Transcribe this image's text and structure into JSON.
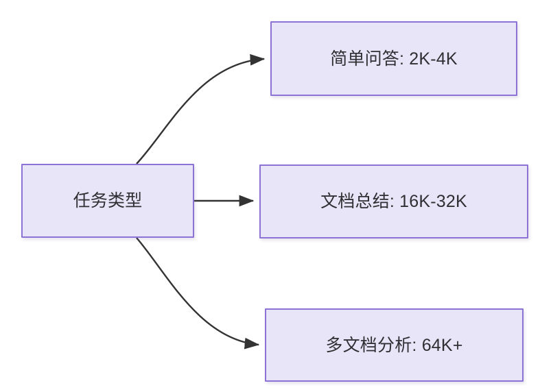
{
  "diagram": {
    "type": "flowchart",
    "direction": "left-to-right",
    "background_color": "#ffffff",
    "node_fill_color": "#e9e5f9",
    "node_border_color": "#8b72d4",
    "node_text_color": "#2f2f33",
    "edge_color": "#333333",
    "nodes": [
      {
        "id": "source",
        "label": "任务类型"
      },
      {
        "id": "simple-qa",
        "label": "简单问答: 2K-4K"
      },
      {
        "id": "doc-summary",
        "label": "文档总结: 16K-32K"
      },
      {
        "id": "multi-doc",
        "label": "多文档分析: 64K+"
      }
    ],
    "edges": [
      {
        "from": "source",
        "to": "simple-qa",
        "style": "curved",
        "label": ""
      },
      {
        "from": "source",
        "to": "doc-summary",
        "style": "straight",
        "label": ""
      },
      {
        "from": "source",
        "to": "multi-doc",
        "style": "curved",
        "label": ""
      }
    ]
  }
}
